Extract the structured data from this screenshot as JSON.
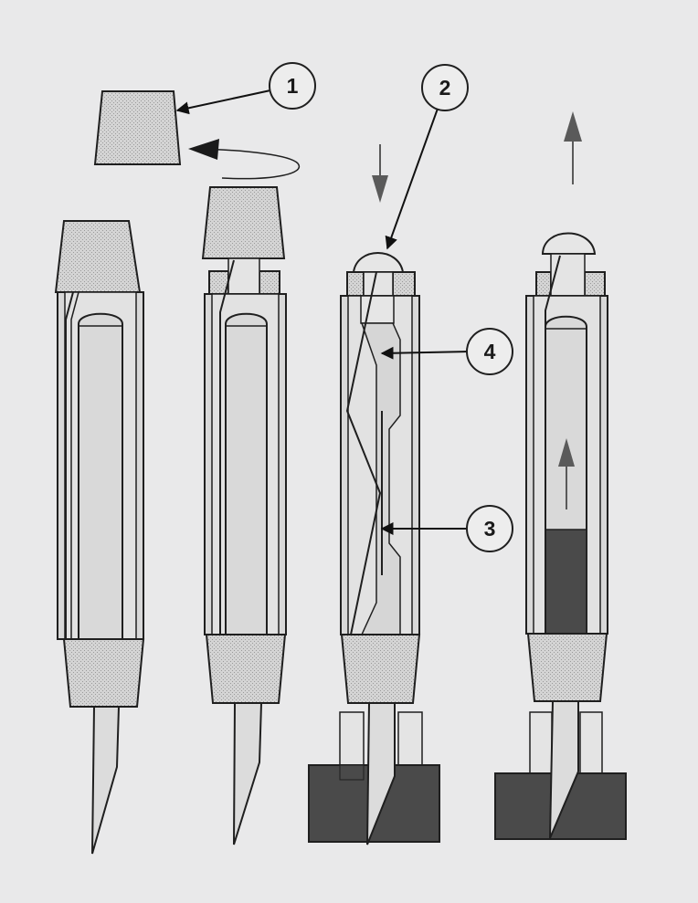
{
  "callouts": [
    {
      "id": "1",
      "label": "1"
    },
    {
      "id": "2",
      "label": "2"
    },
    {
      "id": "3",
      "label": "3"
    },
    {
      "id": "4",
      "label": "4"
    }
  ],
  "colors": {
    "background": "#e9e9ea",
    "stroke": "#1f1f1f",
    "hatch_fill": "#cfcfcf",
    "light_fill": "#dadada",
    "dark_fill": "#4a4a4a",
    "arrow_gray": "#5a5a5a"
  },
  "icons": {
    "down_arrow": "down-arrow-icon",
    "up_arrow": "up-arrow-icon",
    "rotate_arrow": "rotate-arrow-icon"
  }
}
